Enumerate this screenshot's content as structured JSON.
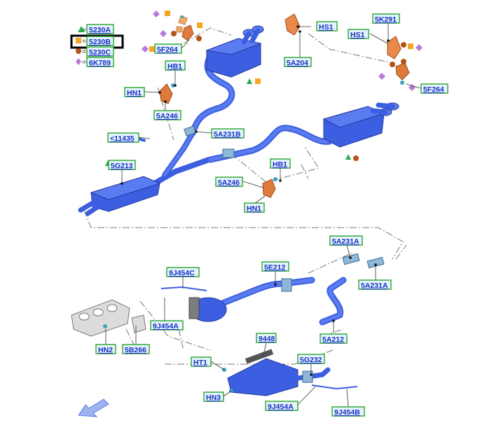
{
  "legend": {
    "items": [
      {
        "symbol": "green-triangle",
        "color": "#22b04a",
        "eq": "=",
        "code": "5230A"
      },
      {
        "symbol": "orange-square",
        "color": "#f5a623",
        "eq": "=",
        "code": "5230B"
      },
      {
        "symbol": "brown-circle",
        "color": "#b5531a",
        "eq": "=",
        "code": "5230C"
      },
      {
        "symbol": "purple-diamond",
        "color": "#b87ad8",
        "eq": "=",
        "code": "6K789"
      }
    ],
    "selected": "5230B"
  },
  "callouts": {
    "hs1_top": "HS1",
    "a5204": "5A204",
    "f5264_left": "5F264",
    "hb1_left": "HB1",
    "hn1_left": "HN1",
    "a5246_left": "5A246",
    "c11435": "<11435",
    "a5231b": "5A231B",
    "g5213": "5G213",
    "k5291": "5K291",
    "hs1_right": "HS1",
    "f5264_right": "5F264",
    "hb1_right": "HB1",
    "a5246_right": "5A246",
    "hn1_right": "HN1",
    "a5231a_top": "5A231A",
    "a5231a_bottom": "5A231A",
    "j9454c": "9J454C",
    "e5212": "5E212",
    "j9454a_left": "9J454A",
    "hn2": "HN2",
    "b5266": "5B266",
    "a5212": "5A212",
    "p9448": "9448",
    "g5232": "5G232",
    "ht1": "HT1",
    "hn3": "HN3",
    "j9454a_bottom": "9J454A",
    "j9454b": "9J454B"
  }
}
